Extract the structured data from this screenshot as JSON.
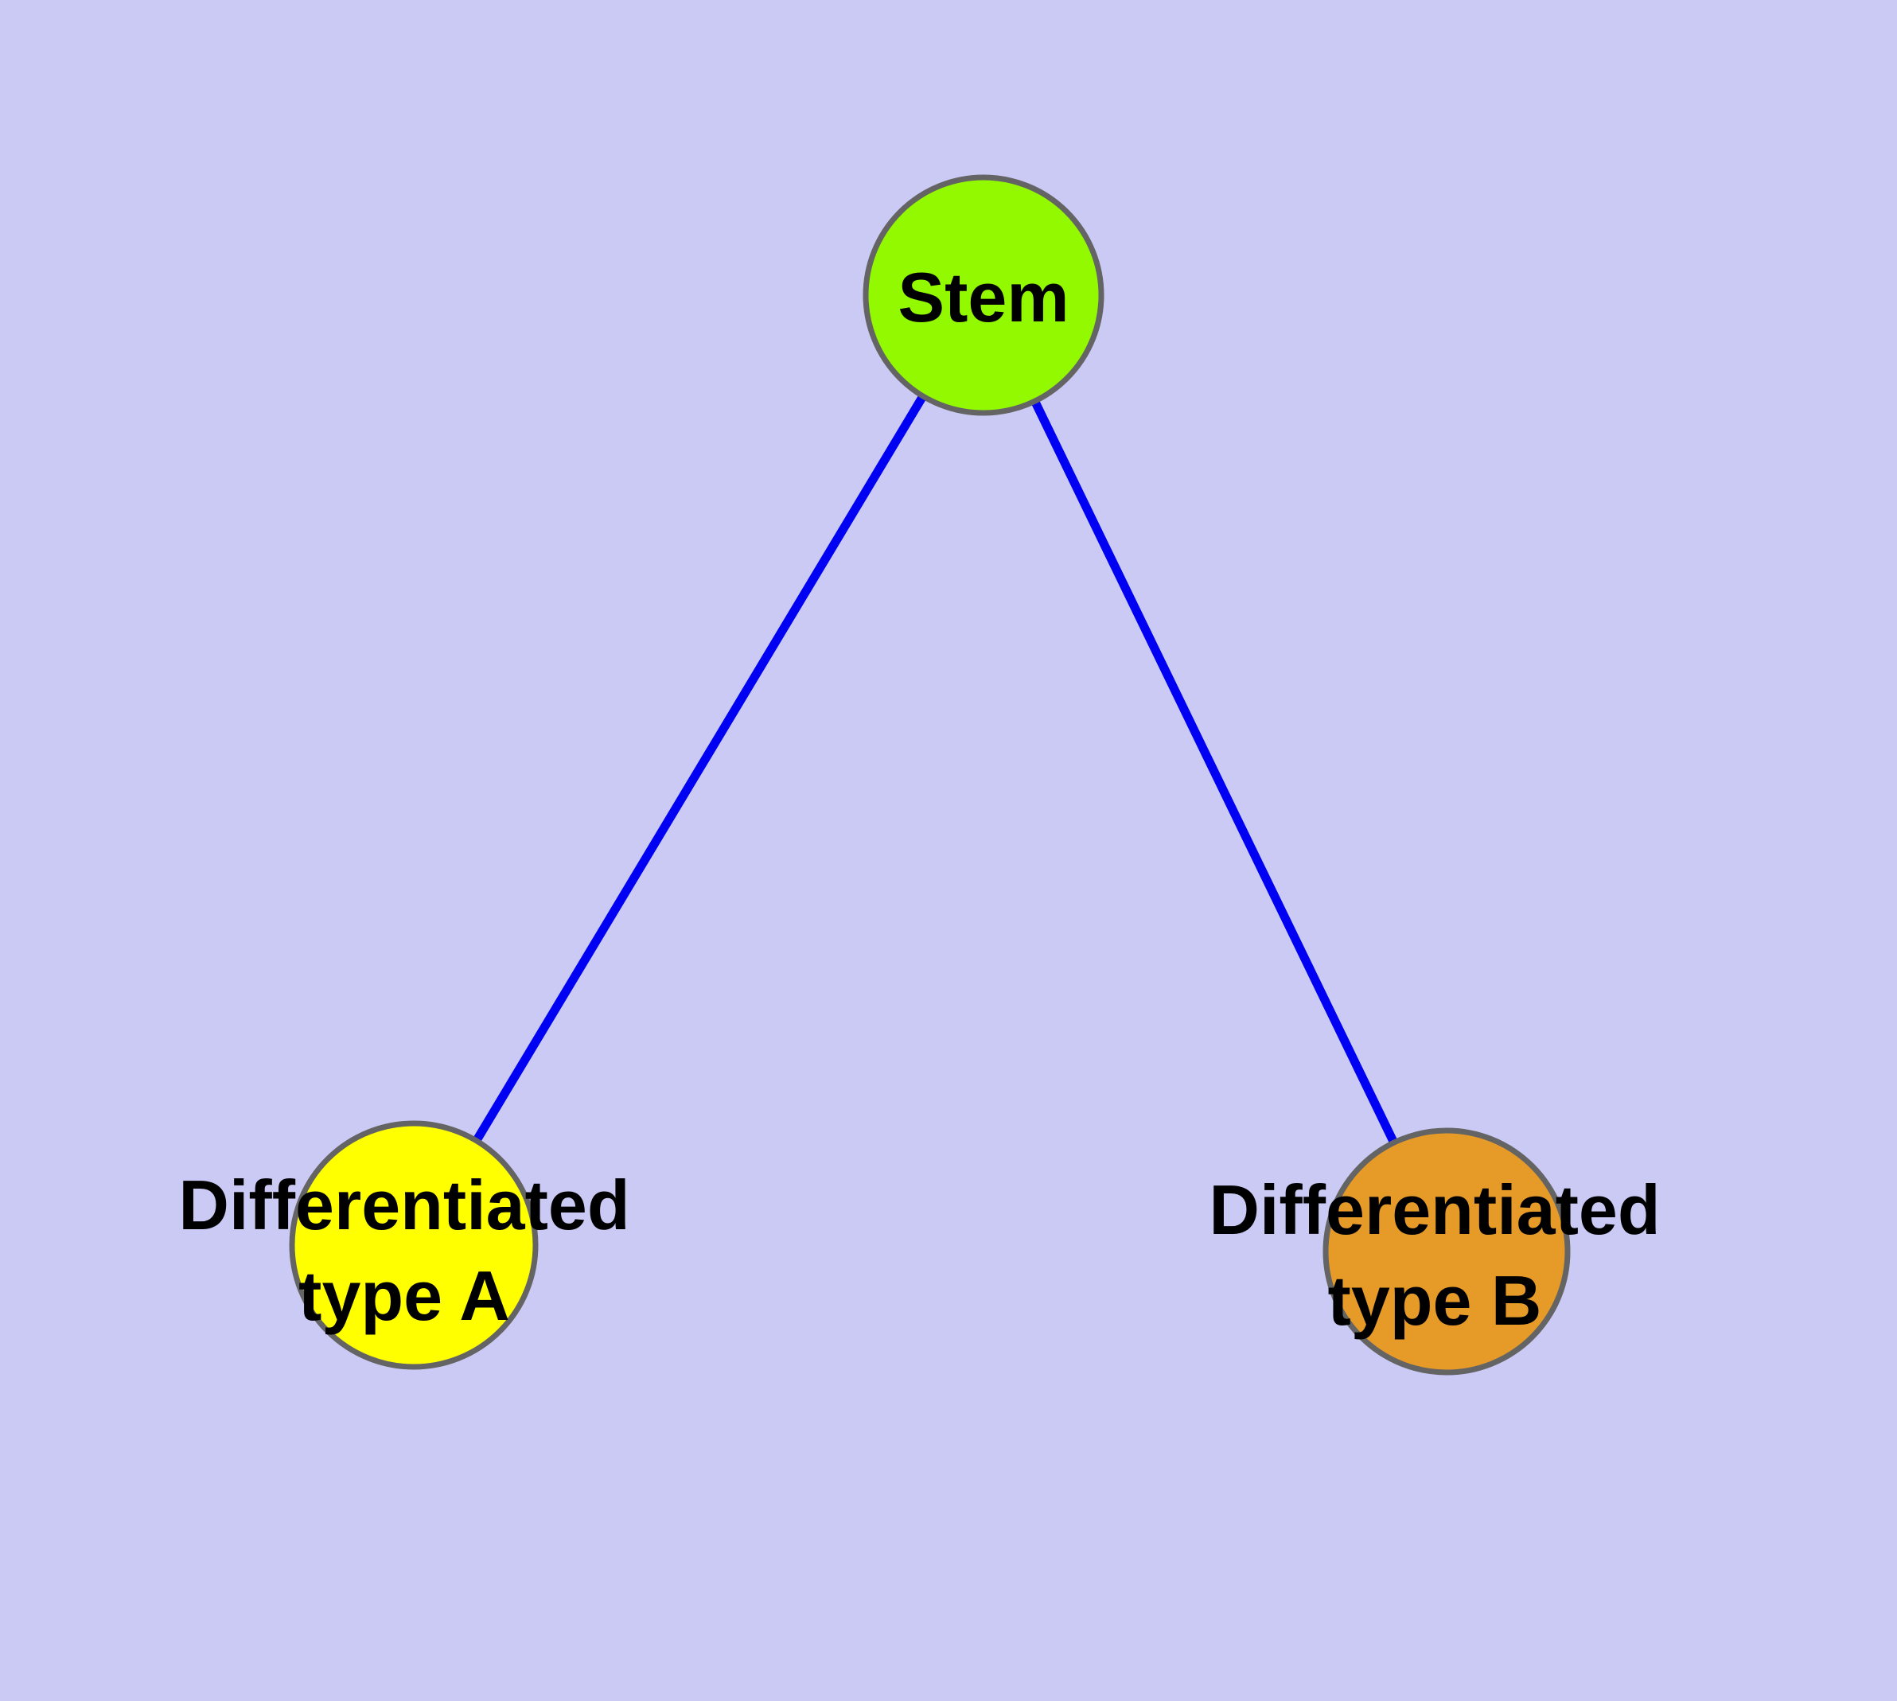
{
  "diagram": {
    "type": "graph",
    "description": "Stem cell differentiation diagram: one stem node connected to two differentiated cell-type nodes",
    "colors": {
      "background": "#CACAF5",
      "edge": "#0000F2",
      "node_border": "#646464",
      "label_text": "#000000"
    },
    "nodes": [
      {
        "id": "stem",
        "label": "Stem",
        "label_line1": "Stem",
        "label_line2": "",
        "fill": "#92F900"
      },
      {
        "id": "differentiated-type-a",
        "label": "Differentiated type A",
        "label_line1": "Differentiated",
        "label_line2": "type A",
        "fill": "#FFFF00"
      },
      {
        "id": "differentiated-type-b",
        "label": "Differentiated type B",
        "label_line1": "Differentiated",
        "label_line2": "type B",
        "fill": "#E69A28"
      }
    ],
    "edges": [
      {
        "from": "Stem",
        "to": "Differentiated type A"
      },
      {
        "from": "Stem",
        "to": "Differentiated type B"
      }
    ]
  }
}
